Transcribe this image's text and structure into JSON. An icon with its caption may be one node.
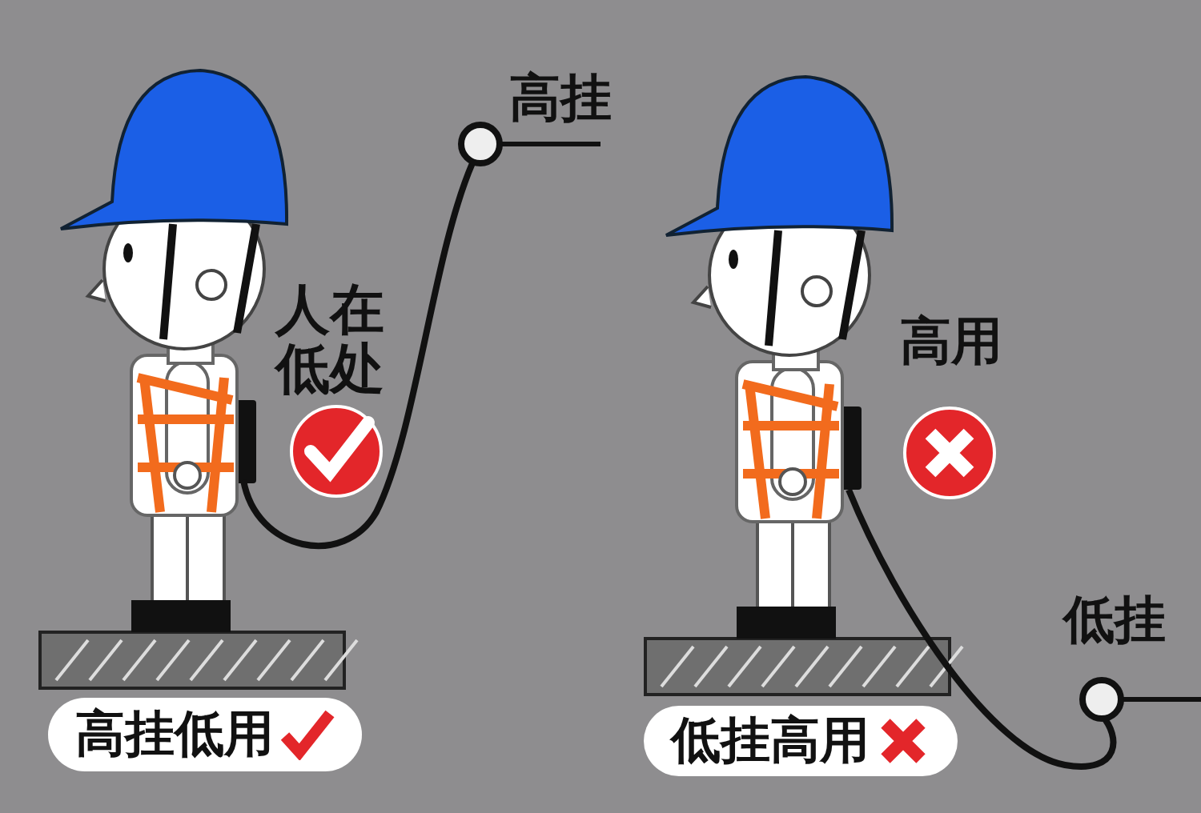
{
  "diagram": {
    "nodes": [
      {
        "text": [
          "高挂低用"
        ]
      },
      {
        "text": [
          "低挂高用"
        ]
      }
    ],
    "labels": [
      "高挂",
      "人在低处",
      "高用",
      "低挂"
    ]
  }
}
